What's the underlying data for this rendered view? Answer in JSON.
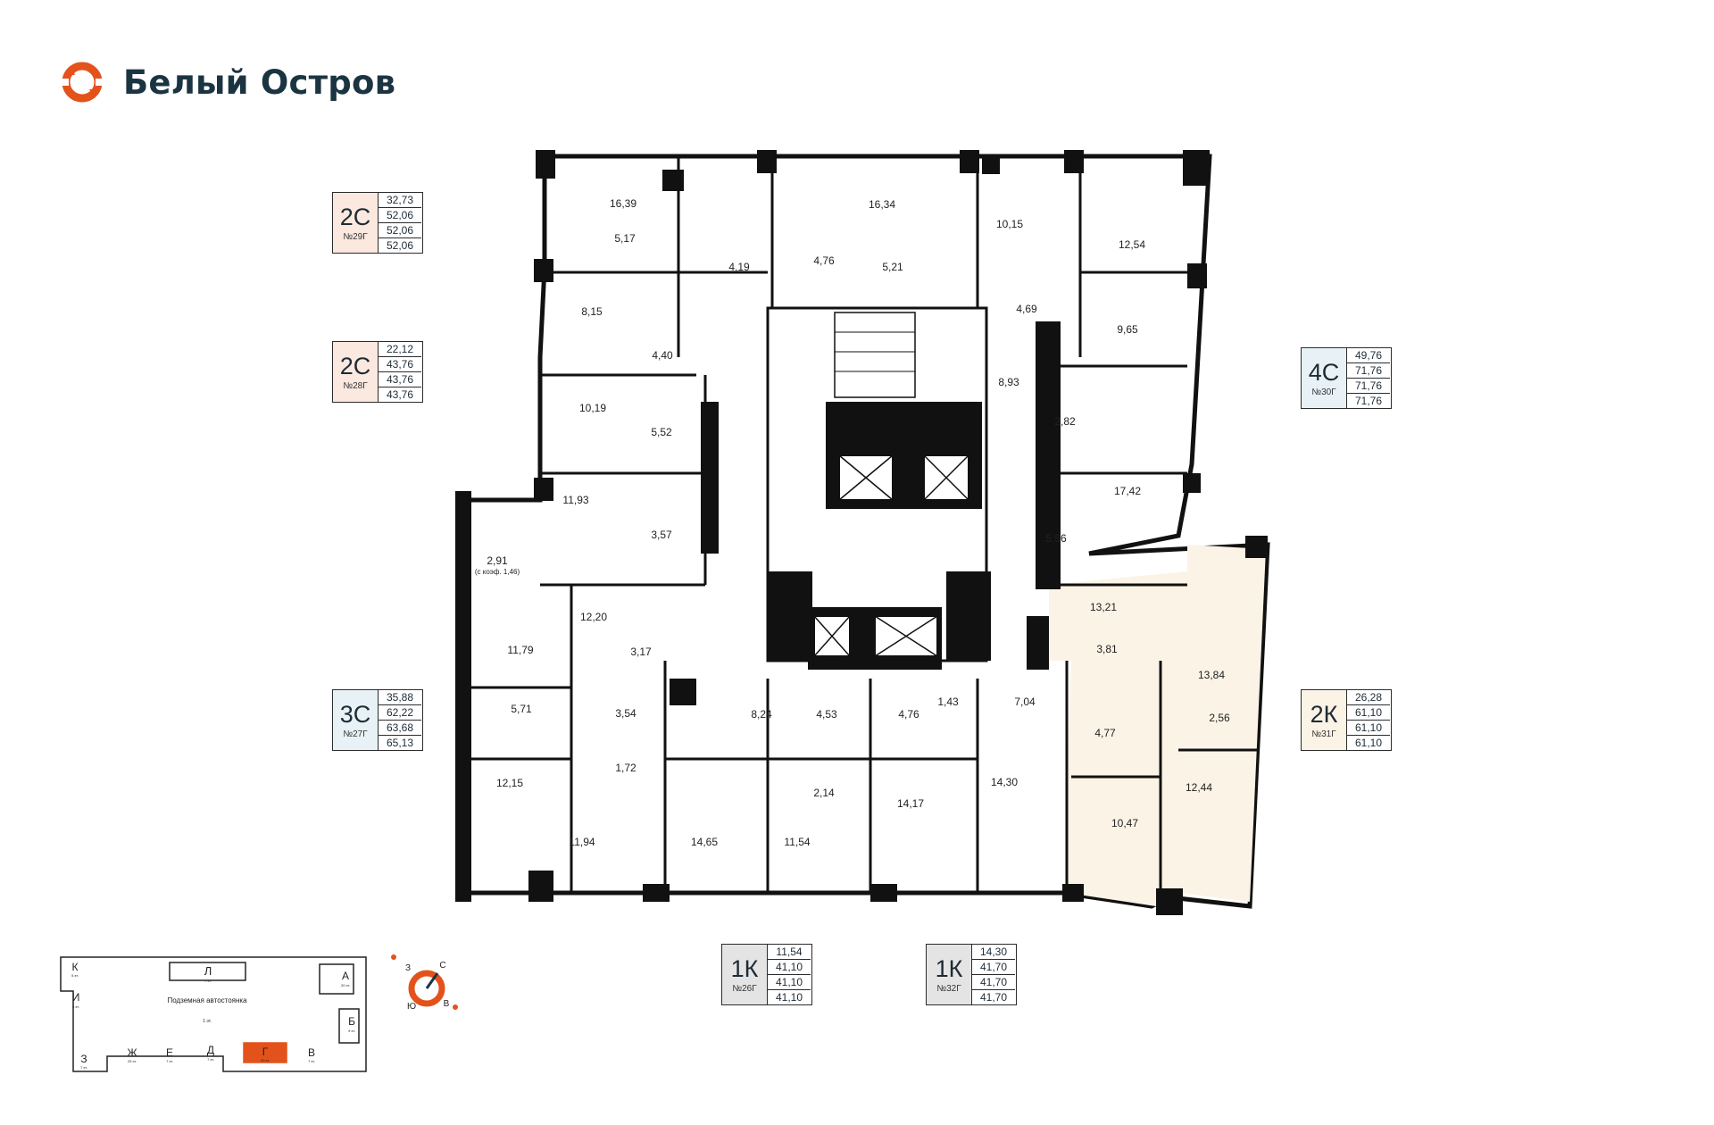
{
  "brand": {
    "name": "Белый Остров",
    "accent": "#e4521b",
    "ink": "#1b3442"
  },
  "colors": {
    "wall": "#111111",
    "highlight": "#fbf3e6",
    "card_pink": "#fbe8df",
    "card_blue": "#e8f2f6",
    "card_gray": "#e4e4e4"
  },
  "cards": [
    {
      "id": "c29",
      "type": "2С",
      "num": "№29Г",
      "vals": [
        "32,73",
        "52,06",
        "52,06",
        "52,06"
      ]
    },
    {
      "id": "c28",
      "type": "2С",
      "num": "№28Г",
      "vals": [
        "22,12",
        "43,76",
        "43,76",
        "43,76"
      ]
    },
    {
      "id": "c27",
      "type": "3С",
      "num": "№27Г",
      "vals": [
        "35,88",
        "62,22",
        "63,68",
        "65,13"
      ]
    },
    {
      "id": "c30",
      "type": "4С",
      "num": "№30Г",
      "vals": [
        "49,76",
        "71,76",
        "71,76",
        "71,76"
      ]
    },
    {
      "id": "c31",
      "type": "2К",
      "num": "№31Г",
      "vals": [
        "26,28",
        "61,10",
        "61,10",
        "61,10"
      ]
    },
    {
      "id": "c26",
      "type": "1К",
      "num": "№26Г",
      "vals": [
        "11,54",
        "41,10",
        "41,10",
        "41,10"
      ]
    },
    {
      "id": "c32",
      "type": "1К",
      "num": "№32Г",
      "vals": [
        "14,30",
        "41,70",
        "41,70",
        "41,70"
      ]
    }
  ],
  "rooms": [
    "16,39",
    "5,17",
    "4,19",
    "4,76",
    "16,34",
    "5,21",
    "10,15",
    "12,54",
    "4,69",
    "9,65",
    "8,15",
    "4,40",
    "8,93",
    "10,19",
    "5,52",
    "2,82",
    "17,42",
    "11,93",
    "3,57",
    "5,56",
    "2,91",
    "(с коэф. 1,46)",
    "12,20",
    "13,21",
    "11,79",
    "3,17",
    "3,81",
    "13,84",
    "5,71",
    "3,54",
    "8,24",
    "4,53",
    "4,76",
    "1,43",
    "7,04",
    "4,77",
    "2,56",
    "1,72",
    "2,14",
    "12,15",
    "14,65",
    "14,17",
    "14,30",
    "12,44",
    "11,94",
    "11,54",
    "10,47"
  ],
  "keymap": {
    "title": "Подземная автостоянка",
    "sub": "1 эт.",
    "sections": [
      {
        "letter": "К",
        "floors": "5 эт."
      },
      {
        "letter": "Л",
        "floors": "7 эт."
      },
      {
        "letter": "А",
        "floors": "20 эт."
      },
      {
        "letter": "И",
        "floors": "5 эт."
      },
      {
        "letter": "Б",
        "floors": "9 эт."
      },
      {
        "letter": "З",
        "floors": "7 эт."
      },
      {
        "letter": "Ж",
        "floors": "25 эт."
      },
      {
        "letter": "Е",
        "floors": "7 эт."
      },
      {
        "letter": "Д",
        "floors": "7 эт."
      },
      {
        "letter": "Г",
        "floors": "20 эт."
      },
      {
        "letter": "В",
        "floors": "7 эт."
      }
    ]
  },
  "compass": [
    "С",
    "З",
    "Ю",
    "В"
  ]
}
